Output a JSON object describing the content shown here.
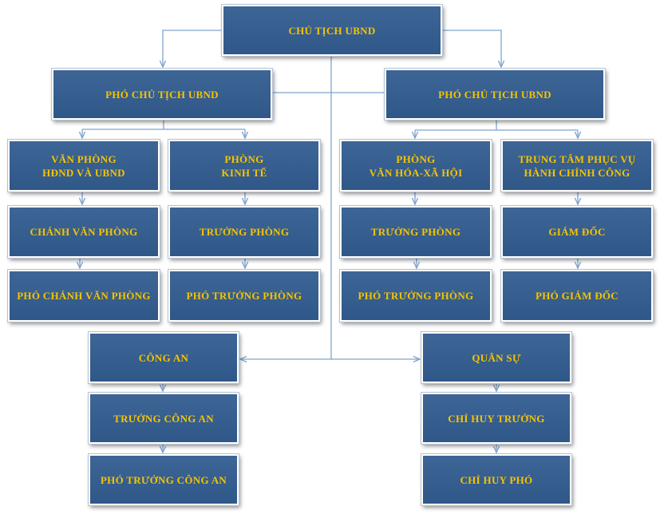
{
  "colors": {
    "box_fill": "#2f5788",
    "text": "#f5c400",
    "connector": "#7fa4cf"
  },
  "nodes": {
    "chairman": [
      "CHỦ TỊCH UBND"
    ],
    "vice_left": [
      "PHÓ CHỦ TỊCH UBND"
    ],
    "vice_right": [
      "PHÓ CHỦ TỊCH UBND"
    ],
    "office": [
      "VĂN PHÒNG",
      "HĐND VÀ UBND"
    ],
    "economy": [
      "PHÒNG",
      "KINH TẾ"
    ],
    "culture": [
      "PHÒNG",
      "VĂN HÓA-XÃ HỘI"
    ],
    "service_center": [
      "TRUNG TÂM PHỤC VỤ",
      "HÀNH CHÍNH CÔNG"
    ],
    "office_chief": [
      "CHÁNH VĂN PHÒNG"
    ],
    "economy_head": [
      "TRƯỞNG PHÒNG"
    ],
    "culture_head": [
      "TRƯỞNG PHÒNG"
    ],
    "center_director": [
      "GIÁM ĐỐC"
    ],
    "office_deputy": [
      "PHÓ CHÁNH VĂN PHÒNG"
    ],
    "economy_deputy": [
      "PHÓ TRƯỞNG PHÒNG"
    ],
    "culture_deputy": [
      "PHÓ TRƯỞNG PHÒNG"
    ],
    "center_deputy": [
      "PHÓ GIÁM ĐỐC"
    ],
    "police": [
      "CÔNG AN"
    ],
    "police_head": [
      "TRƯỞNG CÔNG AN"
    ],
    "police_deputy": [
      "PHÓ TRƯỞNG CÔNG AN"
    ],
    "military": [
      "QUÂN SỰ"
    ],
    "military_commander": [
      "CHỈ HUY TRƯỞNG"
    ],
    "military_deputy": [
      "CHỈ HUY PHÓ"
    ]
  }
}
